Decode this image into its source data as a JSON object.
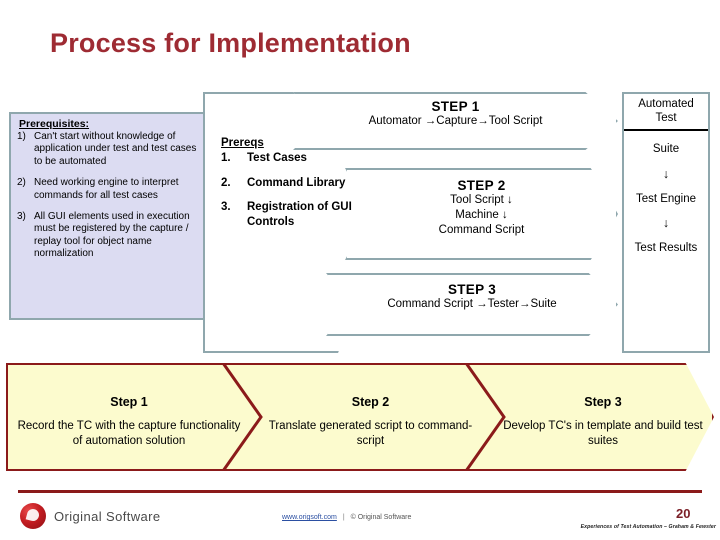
{
  "slide": {
    "title": "Process for Implementation"
  },
  "prerequisites": {
    "heading": "Prerequisites:",
    "items": [
      {
        "num": "1)",
        "text": "Can't start without knowledge of application under test and test cases to be automated"
      },
      {
        "num": "2)",
        "text": "Need working engine to interpret  commands for all test cases"
      },
      {
        "num": "3)",
        "text": "All GUI elements used in execution must be registered by the capture / replay tool for object name normalization"
      }
    ]
  },
  "prereqs_chevron": {
    "heading": "Prereqs",
    "items": [
      {
        "num": "1.",
        "text": "Test Cases"
      },
      {
        "num": "2.",
        "text": "Command Library"
      },
      {
        "num": "3.",
        "text": "Registration of GUI Controls"
      }
    ]
  },
  "steps": [
    {
      "head": "STEP 1",
      "sub": "Automator →Capture→Tool Script"
    },
    {
      "head": "STEP 2",
      "sub": "Tool Script ↓\nMachine ↓\nCommand Script"
    },
    {
      "head": "STEP 3",
      "sub": "Command Script →Tester→Suite"
    }
  ],
  "automated_column": {
    "header": "Automated\nTest",
    "lines": [
      "Suite",
      "↓",
      "Test Engine",
      "↓",
      "Test Results"
    ]
  },
  "band": {
    "cells": [
      {
        "head": "Step 1",
        "sub": "Record the TC with the capture functionality of automation solution"
      },
      {
        "head": "Step 2",
        "sub": "Translate generated script to command-script"
      },
      {
        "head": "Step 3",
        "sub": "Develop TC's in template and build test suites"
      }
    ]
  },
  "footer": {
    "logo_text": "Original Software",
    "link": "www.origsoft.com",
    "separator": "|",
    "copyright": "© Original Software",
    "page": "20",
    "credit": "Experiences of Test Automation – Graham  & Fewster"
  },
  "colors": {
    "title_red": "#9E2B33",
    "chevron_outline": "#8FA7AD",
    "prereq_fill": "#DCDCF2",
    "band_fill": "#FCFBCE",
    "band_outline": "#8B1A1A",
    "link_blue": "#2b4fa2"
  }
}
